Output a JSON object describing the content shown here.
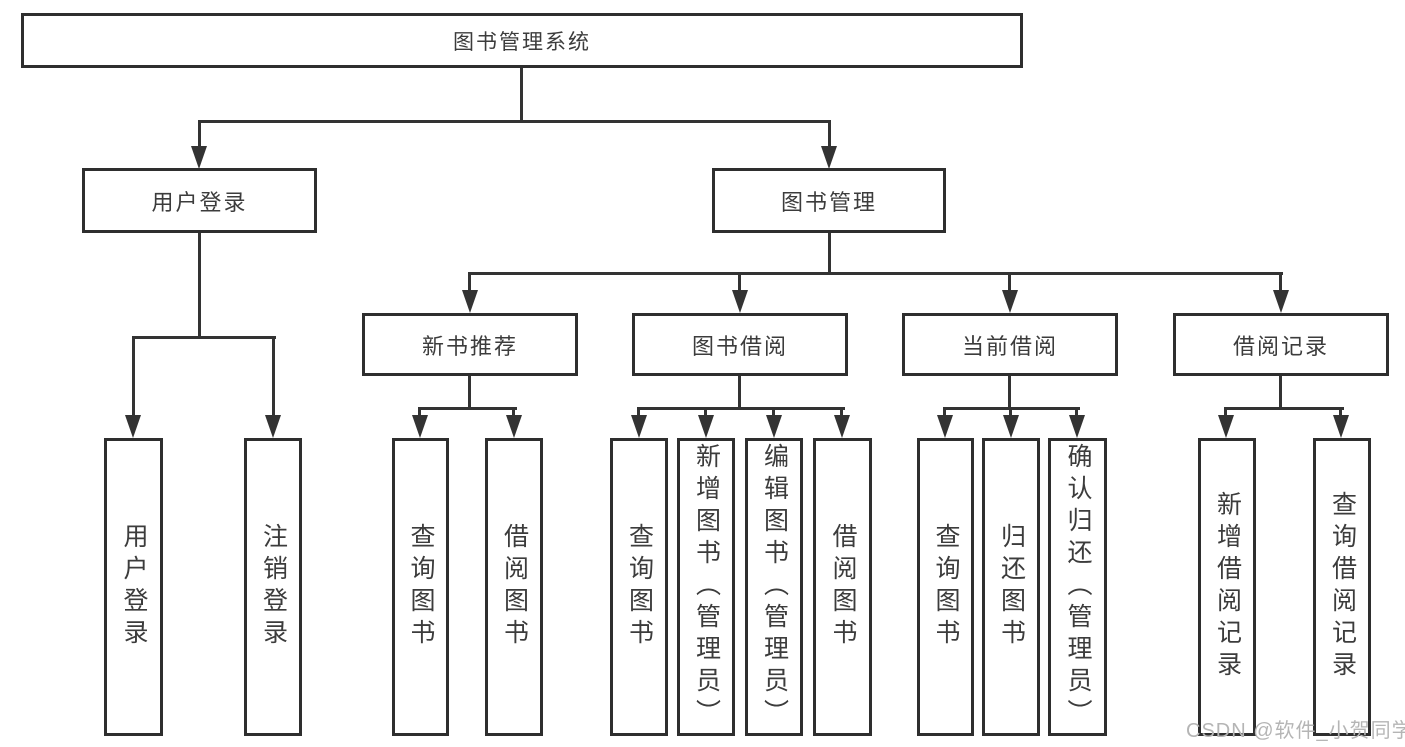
{
  "watermark": "CSDN @软件_小贺同学",
  "colors": {
    "line": "#333333",
    "box_border": "#2e2e2e",
    "box_fill": "#ffffff",
    "text": "#3c3c3c",
    "watermark": "#b5b5b5"
  },
  "tree": {
    "root": {
      "label": "图书管理系统"
    },
    "branches": [
      {
        "label": "用户登录",
        "children": [
          {
            "label": "用户登录"
          },
          {
            "label": "注销登录"
          }
        ]
      },
      {
        "label": "图书管理",
        "sections": [
          {
            "label": "新书推荐",
            "children": [
              {
                "label": "查询图书"
              },
              {
                "label": "借阅图书"
              }
            ]
          },
          {
            "label": "图书借阅",
            "children": [
              {
                "label": "查询图书"
              },
              {
                "label": "新增图书（管理员）"
              },
              {
                "label": "编辑图书（管理员）"
              },
              {
                "label": "借阅图书"
              }
            ]
          },
          {
            "label": "当前借阅",
            "children": [
              {
                "label": "查询图书"
              },
              {
                "label": "归还图书"
              },
              {
                "label": "确认归还（管理员）"
              }
            ]
          },
          {
            "label": "借阅记录",
            "children": [
              {
                "label": "新增借阅记录"
              },
              {
                "label": "查询借阅记录"
              }
            ]
          }
        ]
      }
    ]
  }
}
